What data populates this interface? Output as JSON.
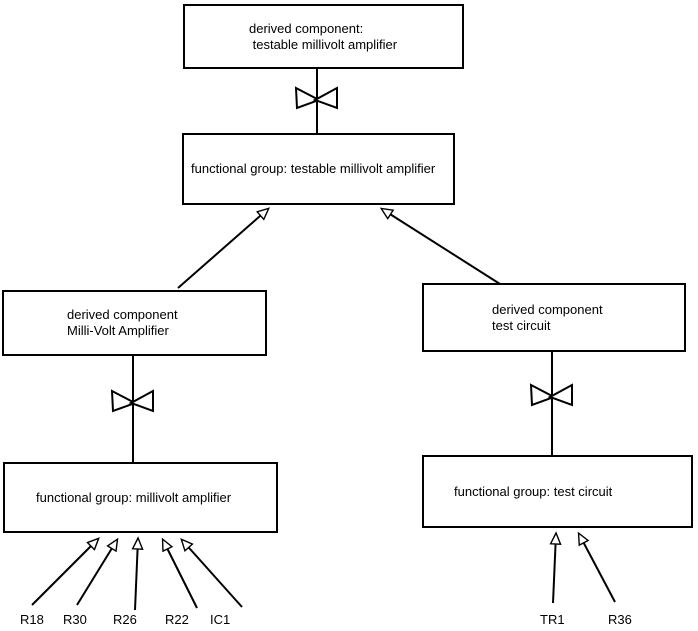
{
  "diagram": {
    "colors": {
      "background": "#ffffff",
      "line": "#000000",
      "text": "#000000"
    },
    "boxes": {
      "top_derived": {
        "line1": "derived component:",
        "line2": " testable millivolt amplifier"
      },
      "fg_testable": {
        "label": "functional group: testable millivolt amplifier"
      },
      "left_derived": {
        "line1": "derived component",
        "line2": "Milli-Volt Amplifier"
      },
      "right_derived": {
        "line1": "derived component",
        "line2": "test circuit"
      },
      "fg_millivolt": {
        "label": "functional group: millivolt amplifier"
      },
      "fg_test": {
        "label": "functional group: test circuit"
      }
    },
    "component_labels": {
      "left": [
        "R18",
        "R30",
        "R26",
        "R22",
        "IC1"
      ],
      "right": [
        "TR1",
        "R36"
      ]
    }
  }
}
